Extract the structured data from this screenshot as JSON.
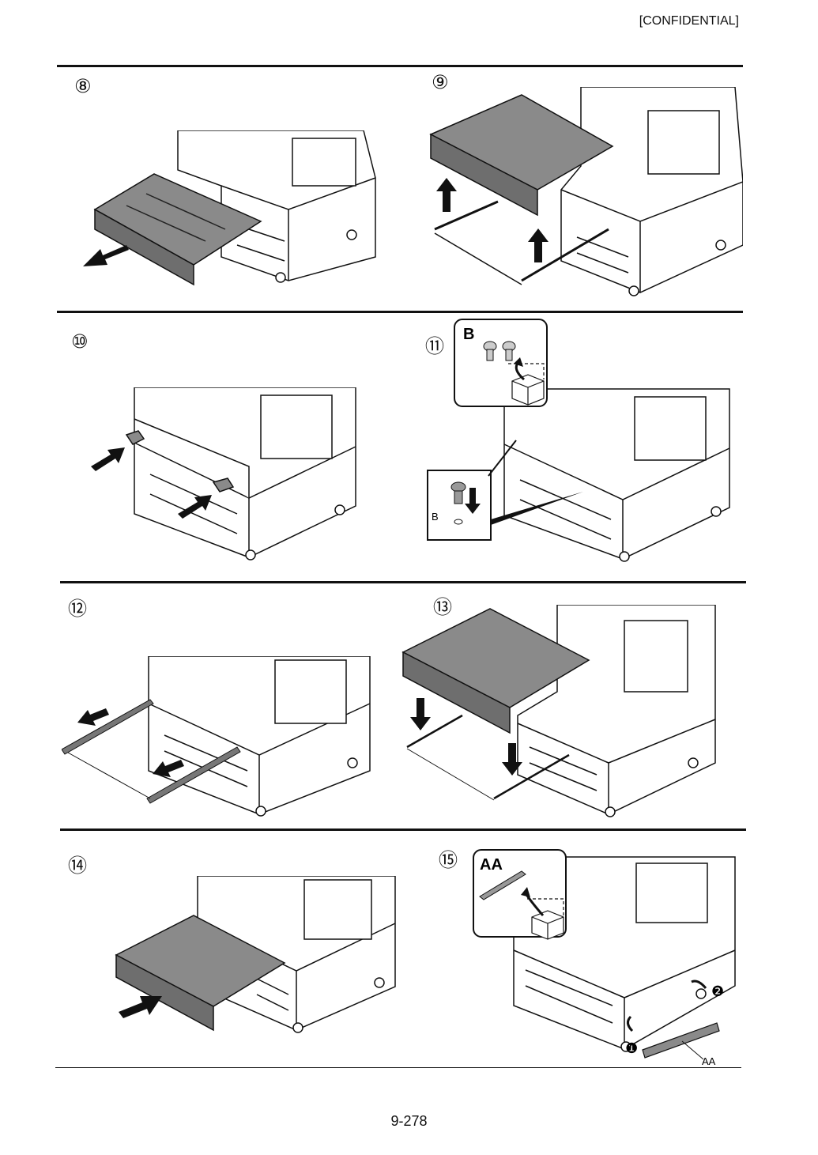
{
  "header": {
    "confidential": "[CONFIDENTIAL]"
  },
  "steps": [
    {
      "num": "⑧"
    },
    {
      "num": "⑨"
    },
    {
      "num": "⑩"
    },
    {
      "num": "⑪",
      "inset_label": "B",
      "callout_label": "B"
    },
    {
      "num": "⑫"
    },
    {
      "num": "⑬"
    },
    {
      "num": "⑭"
    },
    {
      "num": "⑮",
      "inset_label": "AA",
      "callout_label": "AA",
      "marker1": "❶",
      "marker2": "❷"
    }
  ],
  "footer": {
    "page_number": "9-278"
  },
  "colors": {
    "tray_fill": "#8a8a8a",
    "tray_dark": "#6e6e6e",
    "line": "#111111"
  }
}
